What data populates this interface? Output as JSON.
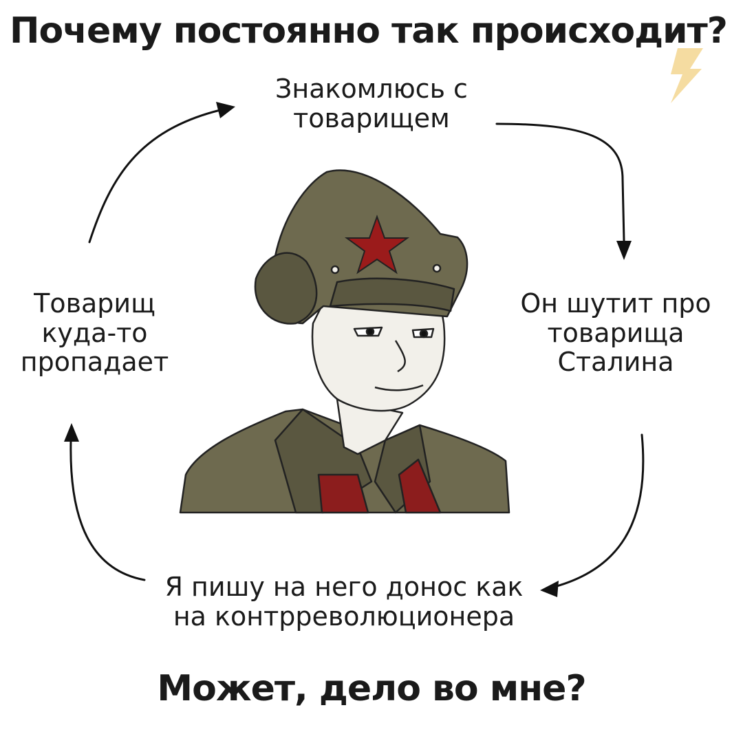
{
  "title": "Почему постоянно так происходит?",
  "cycle": {
    "top": "Знакомлюсь с\nтоварищем",
    "right": "Он шутит про\nтоварища\nСталина",
    "bottom": "Я пишу на него донос как\nна контрреволюционера",
    "left": "Товарищ\nкуда-то\nпропадает"
  },
  "footer": "Может, дело во мне?",
  "colors": {
    "uniform": "#6e6a4f",
    "uniform_dark": "#5a5740",
    "star": "#9b1b1b",
    "collar_tabs": "#8c1d1d",
    "skin": "#f2f0ea",
    "watermark": "#f2d38a"
  },
  "icons": [
    "red-star-icon",
    "lightning-icon"
  ]
}
